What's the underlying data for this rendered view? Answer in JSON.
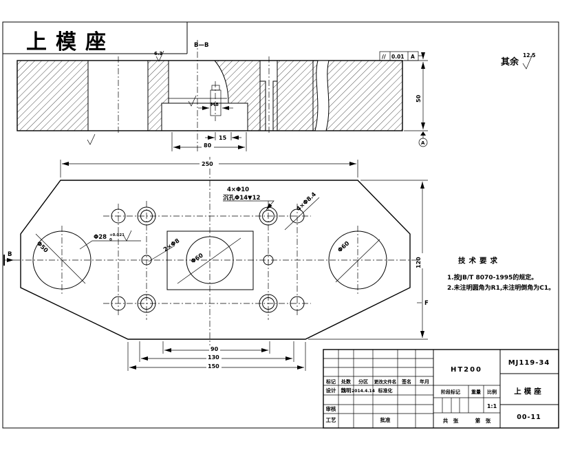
{
  "sheet": {
    "title": "上模座",
    "surface_note": "其余",
    "surface_value": "12.5"
  },
  "section": {
    "label": "B—B",
    "rough_top": "6.3",
    "fcf_sym": "//",
    "fcf_val": "0.01",
    "fcf_datum": "A",
    "pin": "M8",
    "dim15": "15",
    "dim80": "80",
    "dim50": "50",
    "datum": "A"
  },
  "plan": {
    "dim250": "250",
    "dim120": "120",
    "dim90": "90",
    "dim130": "130",
    "dim150": "150",
    "cb1": "4×Φ10",
    "cb2": "沉孔Φ14▼12",
    "d84": "4×Φ8.4",
    "d50": "Φ50",
    "d60c": "Φ60",
    "d60r": "Φ60",
    "d28": "Φ28",
    "d28up": "+0.021",
    "d28dn": "0",
    "dowel": "2×Φ8",
    "arrowB": "B",
    "datumF": "F"
  },
  "tech": {
    "heading": "技术要求",
    "item1": "1.按JB/T 8070-1995的规定。",
    "item2": "2.未注明圆角为R1,未注明倒角为C1。"
  },
  "tb": {
    "material": "HT200",
    "drawing_no": "MJ119-34",
    "part_name": "上模座",
    "sheet_code": "00-11",
    "c1": "标记",
    "c2": "处数",
    "c3": "分区",
    "c4": "更改文件名",
    "c5": "签名",
    "c6": "年月",
    "design": "设计",
    "design_name": "魏明",
    "design_date": "2014.4.14",
    "std": "标准化",
    "check": "审核",
    "process": "工艺",
    "approve": "批准",
    "stage": "阶段标记",
    "weight": "重量",
    "scale": "比例",
    "scale_val": "1:1",
    "total": "共　张",
    "number": "第　张"
  }
}
